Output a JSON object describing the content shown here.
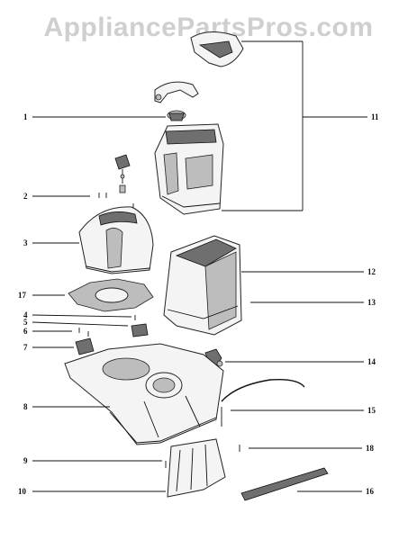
{
  "watermark": "AppliancePartsPros.com",
  "callouts": [
    {
      "id": "c1",
      "label": "1"
    },
    {
      "id": "c2",
      "label": "2"
    },
    {
      "id": "c3",
      "label": "3"
    },
    {
      "id": "c17",
      "label": "17"
    },
    {
      "id": "c4",
      "label": "4"
    },
    {
      "id": "c5",
      "label": "5"
    },
    {
      "id": "c6",
      "label": "6"
    },
    {
      "id": "c7",
      "label": "7"
    },
    {
      "id": "c8",
      "label": "8"
    },
    {
      "id": "c9",
      "label": "9"
    },
    {
      "id": "c10",
      "label": "10"
    },
    {
      "id": "c11",
      "label": "11"
    },
    {
      "id": "c12",
      "label": "12"
    },
    {
      "id": "c13",
      "label": "13"
    },
    {
      "id": "c14",
      "label": "14"
    },
    {
      "id": "c15",
      "label": "15"
    },
    {
      "id": "c18",
      "label": "18"
    },
    {
      "id": "c16",
      "label": "16"
    }
  ]
}
